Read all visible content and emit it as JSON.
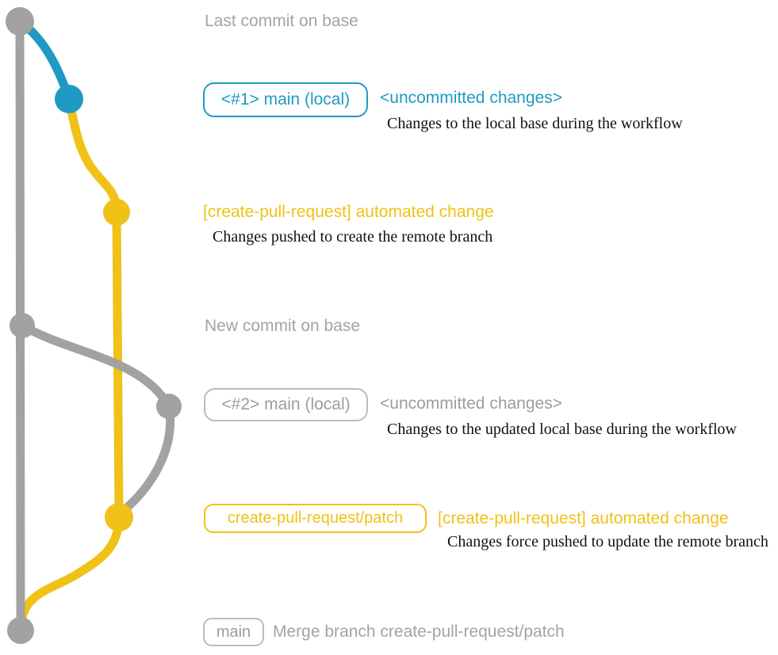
{
  "diagram_type": "git-branch-workflow",
  "colors": {
    "base_gray": "#a2a2a2",
    "label_gray": "#a3a3a3",
    "box_border_gray": "#bbbbbb",
    "blue": "#1e9ac4",
    "yellow": "#f0c117",
    "note_black": "#111111"
  },
  "annotations": {
    "last_commit_label": "Last commit on base",
    "branch1": {
      "box_label": "<#1> main (local)",
      "title": "<uncommitted changes>",
      "desc": "Changes to the local base during the workflow"
    },
    "push1": {
      "title": "[create-pull-request] automated change",
      "desc": "Changes pushed to create the remote branch"
    },
    "new_commit_label": "New commit on base",
    "branch2": {
      "box_label": "<#2> main (local)",
      "title": "<uncommitted changes>",
      "desc": "Changes to the updated local base during the workflow"
    },
    "push2": {
      "box_label": "create-pull-request/patch",
      "title": "[create-pull-request] automated change",
      "desc": "Changes force pushed to update the remote branch"
    },
    "merge": {
      "box_label": "main",
      "title": "Merge branch create-pull-request/patch"
    }
  },
  "graph": {
    "commits": [
      {
        "id": "last-commit-on-base",
        "branch": "base",
        "color": "#a2a2a2"
      },
      {
        "id": "uncommitted-changes-1",
        "branch": "main-local-1",
        "color": "#1e9ac4"
      },
      {
        "id": "automated-change-1",
        "branch": "create-pull-request-patch",
        "color": "#f0c117"
      },
      {
        "id": "new-commit-on-base",
        "branch": "base",
        "color": "#a2a2a2"
      },
      {
        "id": "uncommitted-changes-2",
        "branch": "main-local-2",
        "color": "#a2a2a2"
      },
      {
        "id": "automated-change-2",
        "branch": "create-pull-request-patch",
        "color": "#f0c117"
      },
      {
        "id": "merge-commit",
        "branch": "base",
        "color": "#a2a2a2"
      }
    ]
  }
}
